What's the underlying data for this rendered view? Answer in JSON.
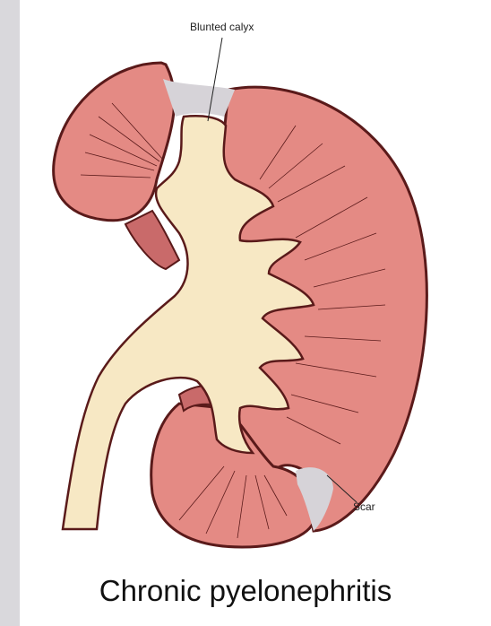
{
  "labels": {
    "blunted_calyx": "Blunted calyx",
    "scar": "Scar"
  },
  "caption": "Chronic pyelonephritis",
  "colors": {
    "cortex": "#e48a84",
    "outline": "#5a1a1a",
    "pelvis": "#f7e8c4",
    "scar": "#d6d3d8",
    "hilum_shadow": "#c96a6a",
    "side_strip": "#d9d8dc"
  }
}
